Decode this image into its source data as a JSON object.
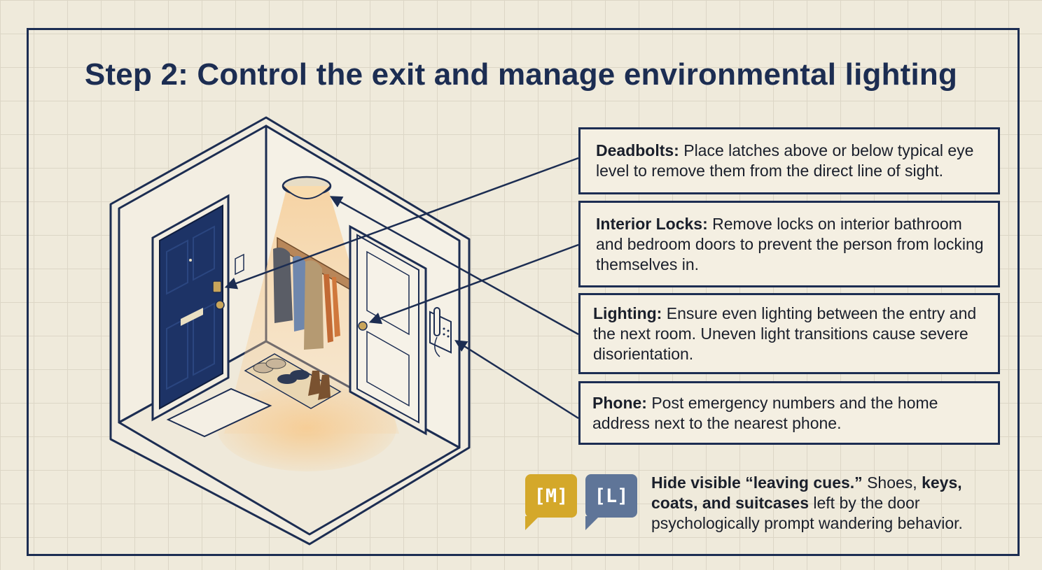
{
  "title": "Step 2: Control the exit and manage environmental lighting",
  "callouts": [
    {
      "heading": "Deadbolts:",
      "text": " Place latches above or below typical eye level to remove them from the direct line of sight."
    },
    {
      "heading": "Interior Locks:",
      "text": " Remove locks on interior bathroom and bedroom doors to prevent the person from locking themselves in."
    },
    {
      "heading": "Lighting:",
      "text": " Ensure even lighting between the entry and the next room. Uneven light transitions cause severe disorientation."
    },
    {
      "heading": "Phone:",
      "text": " Post emergency numbers and the home address next to the nearest phone."
    }
  ],
  "tip": {
    "bubble_m": "[M]",
    "bubble_l": "[L]",
    "bold1": "Hide visible “leaving cues.”",
    "text1": " Shoes, ",
    "bold2": "keys, coats, and suitcases",
    "text2": " left by the door psychologically prompt wandering behavior."
  },
  "colors": {
    "navy": "#1c2d52",
    "door": "#1d3366",
    "background": "#efeadb",
    "light_glow": "#f6c98c",
    "bubble_m": "#d4a82a",
    "bubble_l": "#5f7598"
  },
  "icons": [
    "ceiling-lamp-icon",
    "deadbolt-icon",
    "door-knob-icon",
    "wall-phone-icon",
    "coat-rack-icon",
    "shoes-icon",
    "light-switch-icon"
  ]
}
